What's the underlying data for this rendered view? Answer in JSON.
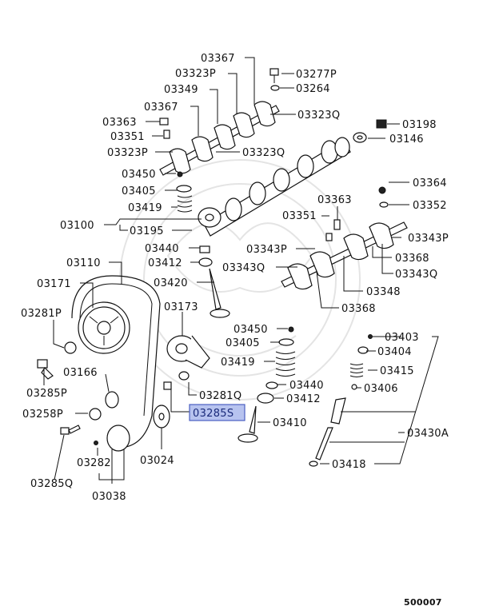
{
  "labels": {
    "l03367a": "03367",
    "l03277P": "03277P",
    "l03323Pa": "03323P",
    "l03264": "03264",
    "l03349": "03349",
    "l03367b": "03367",
    "l03323Qa": "03323Q",
    "l03363a": "03363",
    "l03198": "03198",
    "l03351a": "03351",
    "l03146": "03146",
    "l03323Pb": "03323P",
    "l03323Qb": "03323Q",
    "l03364": "03364",
    "l03450a": "03450",
    "l03405a": "03405",
    "l03363b": "03363",
    "l03419a": "03419",
    "l03352": "03352",
    "l03351b": "03351",
    "l03100": "03100",
    "l03195": "03195",
    "l03343Pa": "03343P",
    "l03343Pb": "03343P",
    "l03440a": "03440",
    "l03110": "03110",
    "l03412a": "03412",
    "l03343Qa": "03343Q",
    "l03368a": "03368",
    "l03343Qb": "03343Q",
    "l03348": "03348",
    "l03171": "03171",
    "l03420": "03420",
    "l03368b": "03368",
    "l03173": "03173",
    "l03281P": "03281P",
    "l03450b": "03450",
    "l03403": "03403",
    "l03405b": "03405",
    "l03404": "03404",
    "l03419b": "03419",
    "l03415": "03415",
    "l03166": "03166",
    "l03440b": "03440",
    "l03406": "03406",
    "l03285P": "03285P",
    "l03281Q": "03281Q",
    "l03412b": "03412",
    "l03258P": "03258P",
    "l03285S": "03285S",
    "l03410": "03410",
    "l03430A": "03430A",
    "l03282": "03282",
    "l03024": "03024",
    "l03418": "03418",
    "l03285Q": "03285Q",
    "l03038": "03038",
    "figure_number": "500007"
  },
  "colors": {
    "highlight_fill": "#b7c3ef",
    "highlight_border": "#4a5fc2",
    "ink": "#111111"
  }
}
